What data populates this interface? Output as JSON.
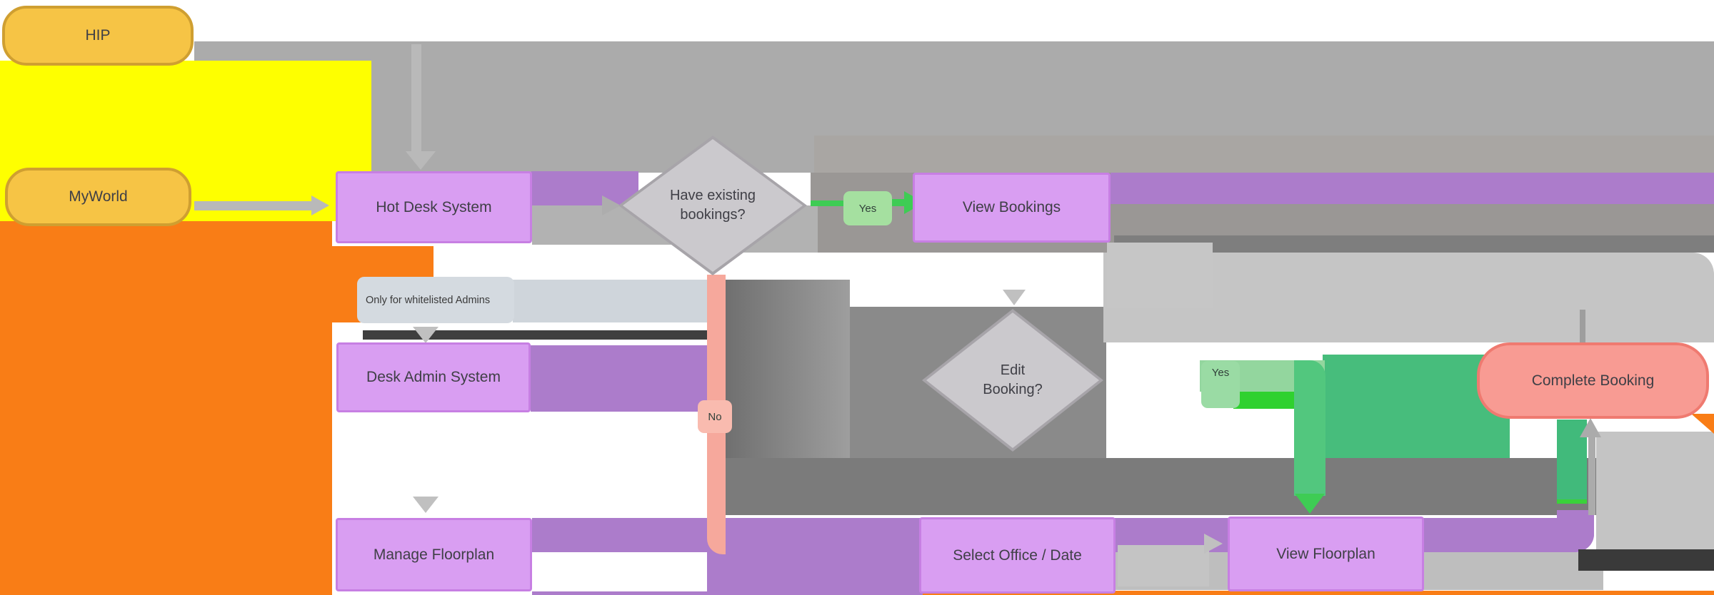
{
  "diagram": {
    "nodes": {
      "hip": {
        "label": "HIP",
        "type": "terminator"
      },
      "myworld": {
        "label": "MyWorld",
        "type": "terminator"
      },
      "hot_desk_system": {
        "label": "Hot Desk System",
        "type": "process"
      },
      "desk_admin_system": {
        "label": "Desk Admin System",
        "type": "process"
      },
      "manage_floorplan": {
        "label": "Manage Floorplan",
        "type": "process"
      },
      "have_existing_bookings": {
        "label": "Have existing bookings?",
        "type": "decision"
      },
      "view_bookings": {
        "label": "View Bookings",
        "type": "process"
      },
      "edit_booking": {
        "label": "Edit Booking?",
        "type": "decision"
      },
      "select_office_date": {
        "label": "Select Office / Date",
        "type": "process"
      },
      "view_floorplan": {
        "label": "View Floorplan",
        "type": "process"
      },
      "complete_booking": {
        "label": "Complete Booking",
        "type": "terminator"
      }
    },
    "note": {
      "text": "Only for whitelisted Admins"
    },
    "edge_labels": {
      "have_existing_yes": {
        "label": "Yes"
      },
      "edit_booking_yes": {
        "label": "Yes"
      },
      "have_existing_no": {
        "label": "No"
      }
    },
    "colors": {
      "terminator_fill": "#F6C445",
      "terminator_border": "#CF9F31",
      "process_fill": "#D99EF2",
      "process_border": "#C77FE3",
      "decision_fill": "#CBC9CD",
      "decision_border": "#A7A4A9",
      "end_fill": "#F89B93",
      "end_border": "#EF7A70",
      "edge_yellow": "#FEFF00",
      "edge_orange": "#F97D16",
      "edge_purple": "#AC7CCB",
      "edge_green": "#3ECC54",
      "edge_green_block": "#47BD7C",
      "edge_pink": "#F6A89C",
      "edge_gray": "#ABABAB",
      "label_yes_fill": "#A5E0A0",
      "label_no_fill": "#F9BBAF",
      "note_fill": "#D4DAE0"
    }
  }
}
